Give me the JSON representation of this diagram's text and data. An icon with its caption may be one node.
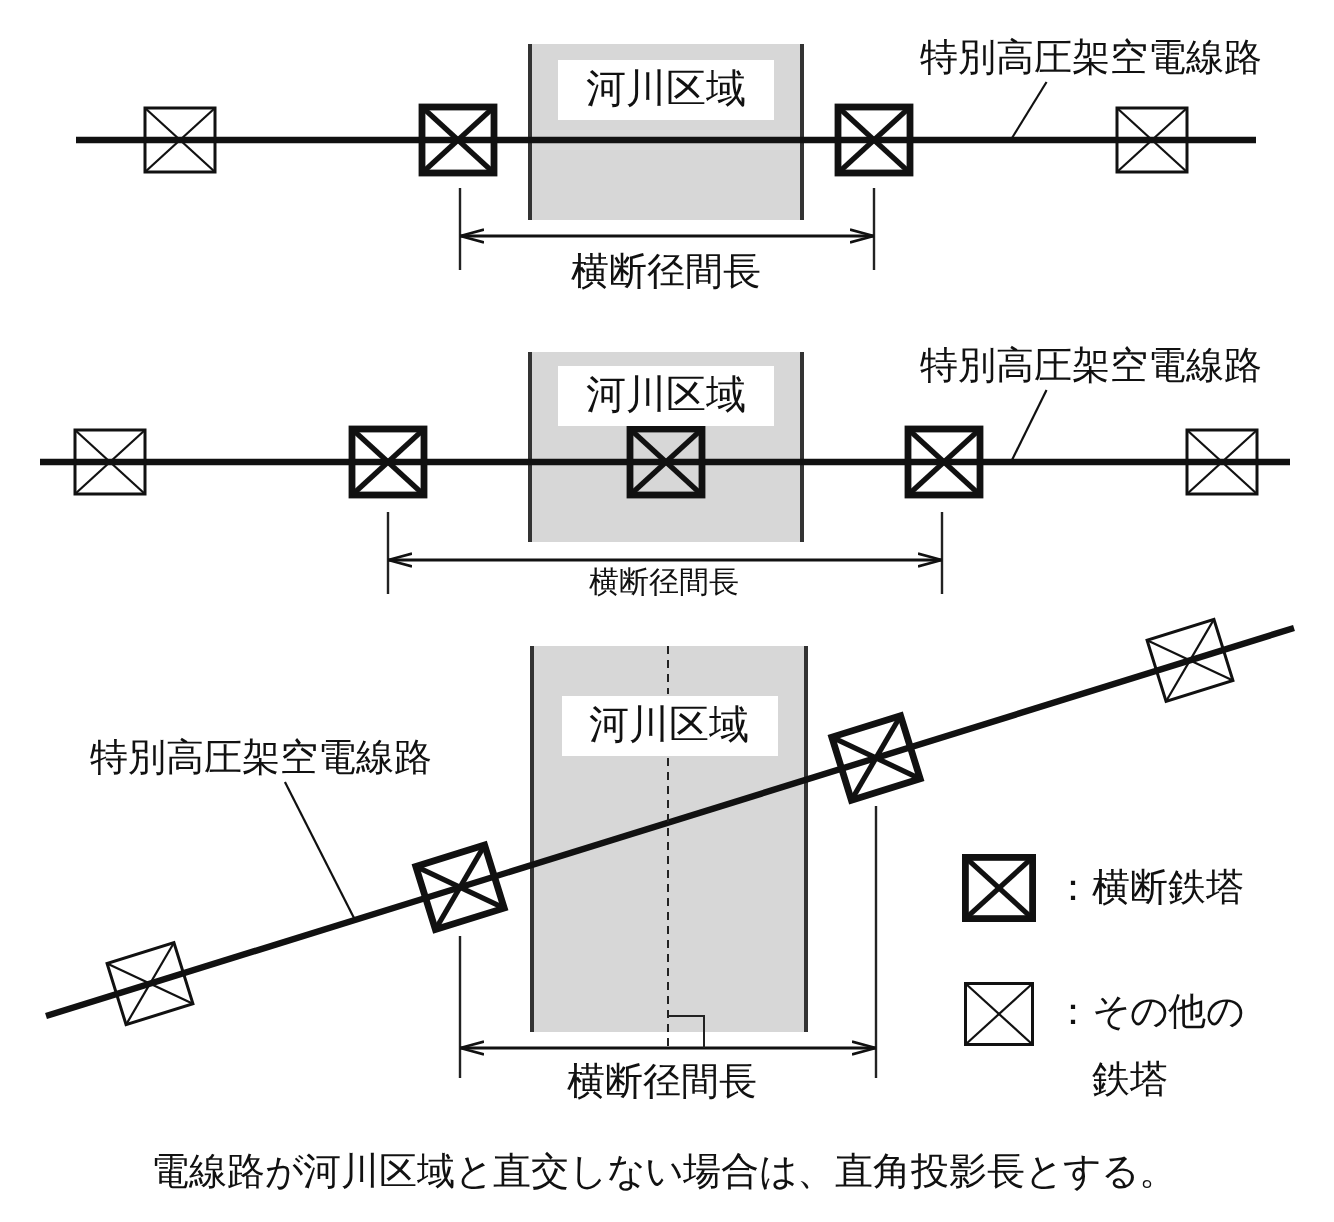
{
  "diagram": {
    "caption": "電線路が河川区域と直交しない場合は、直角投影長とする。",
    "nodes": [
      {
        "text": [
          "河川区域"
        ]
      },
      {
        "text": [
          "特別高圧架空電線路"
        ]
      },
      {
        "text": [
          "河川区域"
        ]
      },
      {
        "text": [
          "特別高圧架空電線路"
        ]
      },
      {
        "text": [
          "河川区域"
        ]
      },
      {
        "text": [
          "特別高圧架空電線路"
        ]
      }
    ],
    "edges": [
      {
        "from": 1,
        "to": null,
        "arrow": "none"
      },
      {
        "from": 3,
        "to": null,
        "arrow": "none"
      },
      {
        "from": 5,
        "to": null,
        "arrow": "none"
      }
    ],
    "labels": [
      "横断径間長",
      "横断径間長",
      "横断径間長"
    ],
    "legend": [
      {
        "text": "：横断鉄塔"
      },
      {
        "text": "：その他の鉄塔"
      }
    ]
  }
}
